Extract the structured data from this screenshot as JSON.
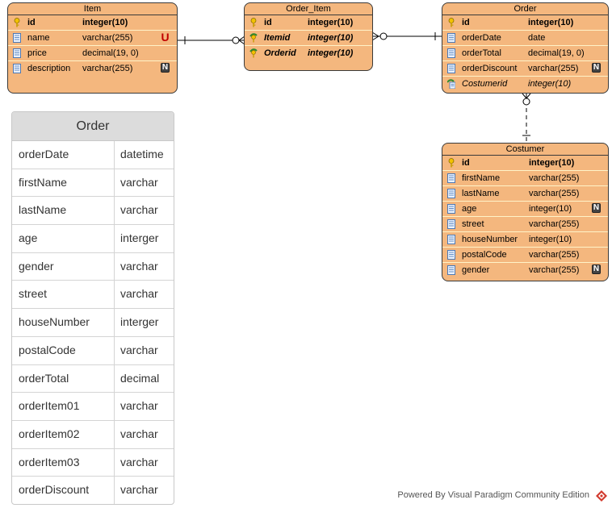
{
  "entities": {
    "item": {
      "title": "Item",
      "columns": [
        {
          "name": "id",
          "type": "integer(10)",
          "kind": "pk",
          "badge": ""
        },
        {
          "name": "name",
          "type": "varchar(255)",
          "kind": "col",
          "badge": "U"
        },
        {
          "name": "price",
          "type": "decimal(19, 0)",
          "kind": "col",
          "badge": ""
        },
        {
          "name": "description",
          "type": "varchar(255)",
          "kind": "col",
          "badge": "N"
        }
      ]
    },
    "order_item": {
      "title": "Order_Item",
      "columns": [
        {
          "name": "id",
          "type": "integer(10)",
          "kind": "pk",
          "badge": ""
        },
        {
          "name": "Itemid",
          "type": "integer(10)",
          "kind": "pkfk",
          "badge": ""
        },
        {
          "name": "Orderid",
          "type": "integer(10)",
          "kind": "pkfk",
          "badge": ""
        }
      ]
    },
    "order": {
      "title": "Order",
      "columns": [
        {
          "name": "id",
          "type": "integer(10)",
          "kind": "pk",
          "badge": ""
        },
        {
          "name": "orderDate",
          "type": "date",
          "kind": "col",
          "badge": ""
        },
        {
          "name": "orderTotal",
          "type": "decimal(19, 0)",
          "kind": "col",
          "badge": ""
        },
        {
          "name": "orderDiscount",
          "type": "varchar(255)",
          "kind": "col",
          "badge": "N"
        },
        {
          "name": "Costumerid",
          "type": "integer(10)",
          "kind": "fk",
          "badge": ""
        }
      ]
    },
    "costumer": {
      "title": "Costumer",
      "columns": [
        {
          "name": "id",
          "type": "integer(10)",
          "kind": "pk",
          "badge": ""
        },
        {
          "name": "firstName",
          "type": "varchar(255)",
          "kind": "col",
          "badge": ""
        },
        {
          "name": "lastName",
          "type": "varchar(255)",
          "kind": "col",
          "badge": ""
        },
        {
          "name": "age",
          "type": "integer(10)",
          "kind": "col",
          "badge": "N"
        },
        {
          "name": "street",
          "type": "varchar(255)",
          "kind": "col",
          "badge": ""
        },
        {
          "name": "houseNumber",
          "type": "integer(10)",
          "kind": "col",
          "badge": ""
        },
        {
          "name": "postalCode",
          "type": "varchar(255)",
          "kind": "col",
          "badge": ""
        },
        {
          "name": "gender",
          "type": "varchar(255)",
          "kind": "col",
          "badge": "N"
        }
      ]
    }
  },
  "order_table": {
    "title": "Order",
    "rows": [
      {
        "name": "orderDate",
        "type": "datetime"
      },
      {
        "name": "firstName",
        "type": "varchar"
      },
      {
        "name": "lastName",
        "type": "varchar"
      },
      {
        "name": "age",
        "type": "interger"
      },
      {
        "name": "gender",
        "type": "varchar"
      },
      {
        "name": "street",
        "type": "varchar"
      },
      {
        "name": "houseNumber",
        "type": "interger"
      },
      {
        "name": "postalCode",
        "type": "varchar"
      },
      {
        "name": "orderTotal",
        "type": "decimal"
      },
      {
        "name": "orderItem01",
        "type": "varchar"
      },
      {
        "name": "orderItem02",
        "type": "varchar"
      },
      {
        "name": "orderItem03",
        "type": "varchar"
      },
      {
        "name": "orderDiscount",
        "type": "varchar"
      }
    ]
  },
  "footer": {
    "text": "Powered By  Visual Paradigm Community Edition"
  },
  "colors": {
    "entity_fill": "#f4b77e",
    "entity_border": "#3a3a3a",
    "table_header": "#dcdcdc"
  }
}
